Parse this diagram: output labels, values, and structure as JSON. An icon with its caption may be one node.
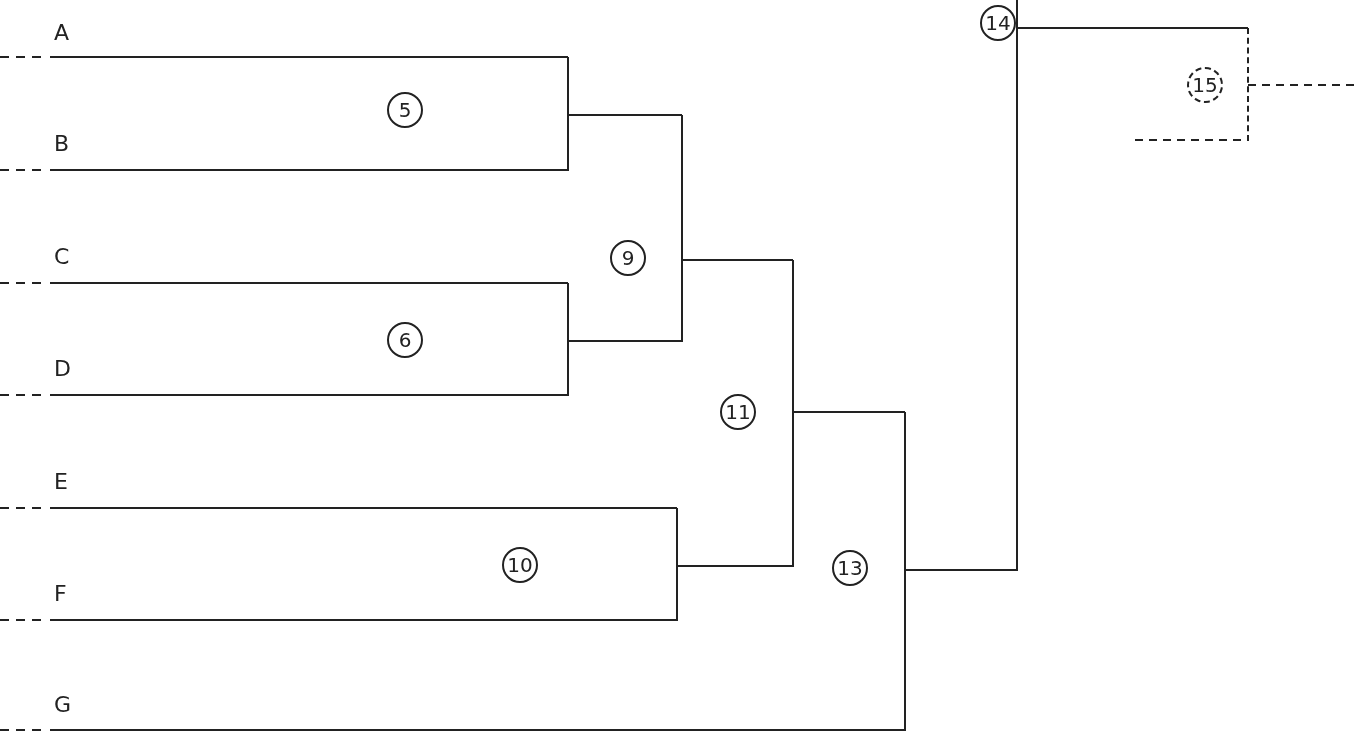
{
  "diagram": {
    "nodes": [
      {
        "text": [
          "A"
        ]
      },
      {
        "text": [
          "B"
        ]
      },
      {
        "text": [
          "5"
        ]
      },
      {
        "text": [
          "C"
        ]
      },
      {
        "text": [
          "D"
        ]
      },
      {
        "text": [
          "6"
        ]
      },
      {
        "text": [
          "9"
        ]
      },
      {
        "text": [
          "E"
        ]
      },
      {
        "text": [
          "F"
        ]
      },
      {
        "text": [
          "10"
        ]
      },
      {
        "text": [
          "11"
        ]
      },
      {
        "text": [
          "G"
        ]
      },
      {
        "text": [
          "13"
        ]
      },
      {
        "text": [
          "14"
        ]
      },
      {
        "text": [
          "15"
        ]
      }
    ],
    "edges": [
      {
        "from": 0,
        "to": 2,
        "arrow": "none"
      },
      {
        "from": 1,
        "to": 2,
        "arrow": "none"
      },
      {
        "from": 3,
        "to": 5,
        "arrow": "none"
      },
      {
        "from": 4,
        "to": 5,
        "arrow": "none"
      },
      {
        "from": 2,
        "to": 6,
        "arrow": "none"
      },
      {
        "from": 5,
        "to": 6,
        "arrow": "none"
      },
      {
        "from": 7,
        "to": 9,
        "arrow": "none"
      },
      {
        "from": 8,
        "to": 9,
        "arrow": "none"
      },
      {
        "from": 6,
        "to": 10,
        "arrow": "none"
      },
      {
        "from": 9,
        "to": 10,
        "arrow": "none"
      },
      {
        "from": 10,
        "to": 12,
        "arrow": "none"
      },
      {
        "from": 11,
        "to": 12,
        "arrow": "none"
      },
      {
        "from": 12,
        "to": 13,
        "arrow": "none"
      },
      {
        "from": 13,
        "to": 14,
        "arrow": "none"
      },
      {
        "from": null,
        "to": 14,
        "arrow": "none",
        "style": "dashed"
      },
      {
        "from": 14,
        "to": null,
        "arrow": "none",
        "style": "dashed"
      }
    ]
  }
}
